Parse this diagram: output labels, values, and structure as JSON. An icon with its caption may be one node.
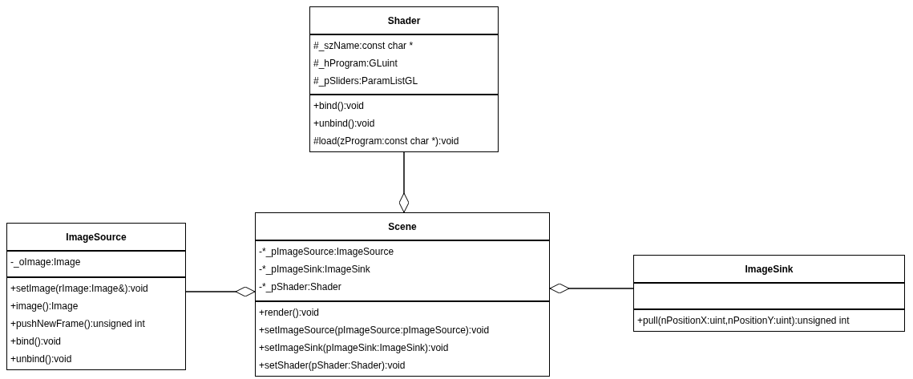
{
  "diagram": {
    "nodes": [
      {
        "text": [
          "Shader",
          "#_szName:const char *",
          "#_hProgram:GLuint",
          "#_pSliders:ParamListGL",
          "+bind():void",
          "+unbind():void",
          "#load(zProgram:const char *):void"
        ]
      },
      {
        "text": [
          "ImageSource",
          "-_oImage:Image",
          "+setImage(rImage:Image&):void",
          "+image():Image",
          "+pushNewFrame():unsigned int",
          "+bind():void",
          "+unbind():void"
        ]
      },
      {
        "text": [
          "Scene",
          "-*_pImageSource:ImageSource",
          "-*_pImageSink:ImageSink",
          "-*_pShader:Shader",
          "+render():void",
          "+setImageSource(pImageSource:pImageSource):void",
          "+setImageSink(pImageSink:ImageSink):void",
          "+setShader(pShader:Shader):void"
        ]
      },
      {
        "text": [
          "ImageSink",
          "+pull(nPositionX:uint,nPositionY:uint):unsigned int"
        ]
      }
    ],
    "edges": [
      {
        "from": 2,
        "to": 0,
        "arrow": "other"
      },
      {
        "from": 2,
        "to": 1,
        "arrow": "other"
      },
      {
        "from": 2,
        "to": 3,
        "arrow": "other"
      }
    ]
  }
}
